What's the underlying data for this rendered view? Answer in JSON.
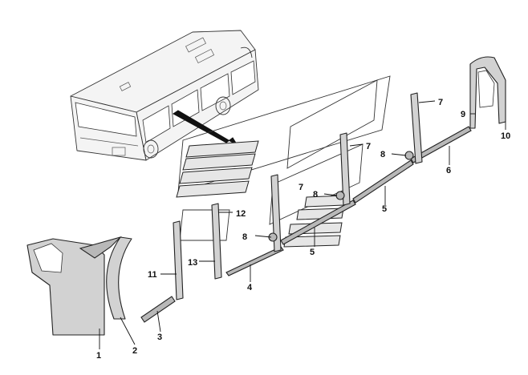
{
  "labels": {
    "p1": "1",
    "p2": "2",
    "p3": "3",
    "p4": "4",
    "p5a": "5",
    "p5b": "5",
    "p6": "6",
    "p7a": "7",
    "p7b": "7",
    "p7c": "7",
    "p8a": "8",
    "p8b": "8",
    "p8c": "8",
    "p9": "9",
    "p10": "10",
    "p11": "11",
    "p12": "12",
    "p13": "13"
  }
}
